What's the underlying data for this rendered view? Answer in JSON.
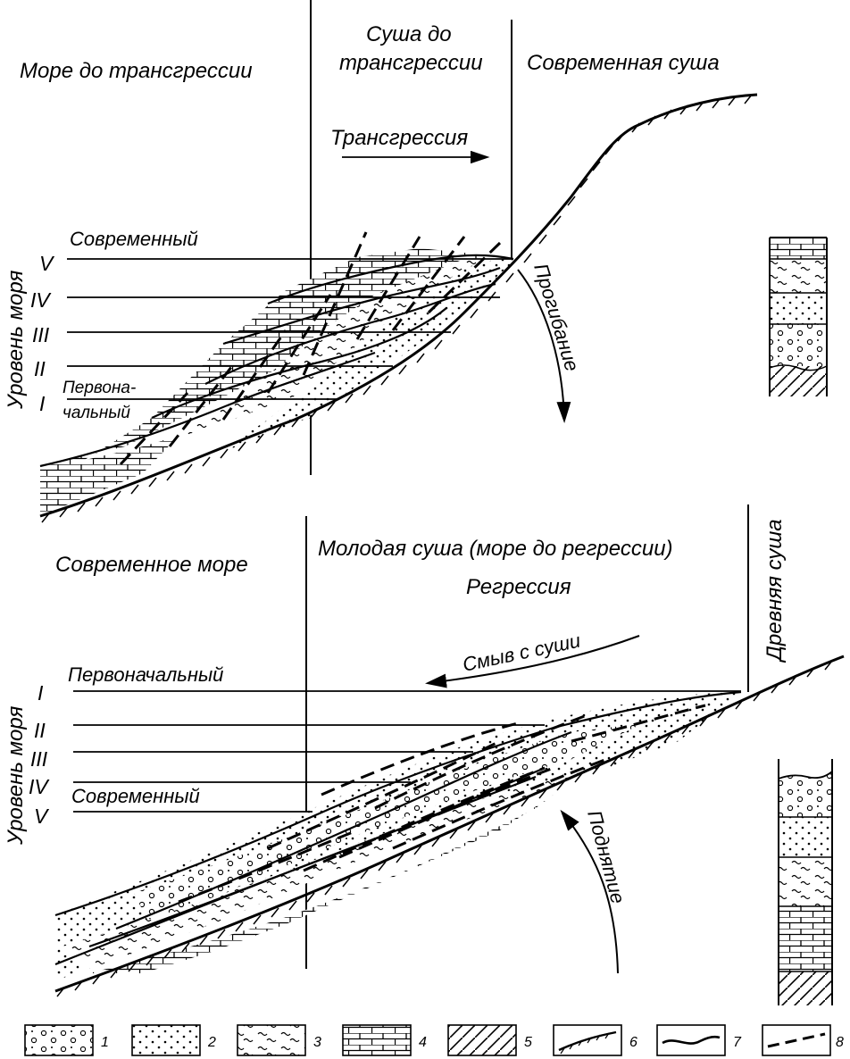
{
  "top": {
    "col_sea_before": "Море до трансгрессии",
    "col_land_before_1": "Суша до",
    "col_land_before_2": "трансгрессии",
    "col_modern_land": "Современная суша",
    "process": "Трансгрессия",
    "subsidence": "Прогибание",
    "axis_label": "Уровень моря",
    "level_modern": "Современный",
    "level_initial_1": "Первона-",
    "level_initial_2": "чальный",
    "levels": [
      "V",
      "IV",
      "III",
      "II",
      "I"
    ]
  },
  "bottom": {
    "col_modern_sea": "Современное море",
    "col_young_land": "Молодая суша (море до регрессии)",
    "process": "Регрессия",
    "ancient_land": "Древняя суша",
    "washout": "Смыв с суши",
    "uplift": "Поднятие",
    "axis_label": "Уровень моря",
    "level_initial": "Первоначальный",
    "level_modern": "Современный",
    "levels": [
      "I",
      "II",
      "III",
      "IV",
      "V"
    ]
  },
  "legend": [
    "1",
    "2",
    "3",
    "4",
    "5",
    "6",
    "7",
    "8"
  ]
}
